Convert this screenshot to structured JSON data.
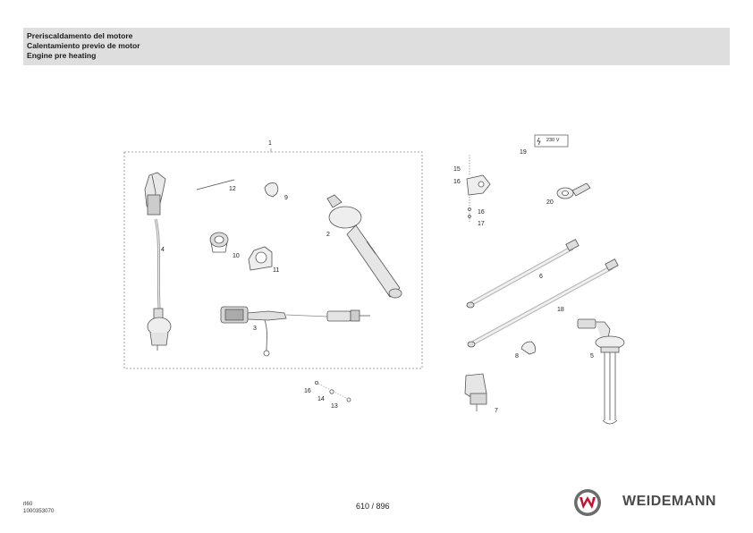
{
  "header": {
    "title_it": "Preriscaldamento del motore",
    "title_es": "Calentamiento previo de motor",
    "title_en": "Engine pre heating"
  },
  "callouts": {
    "c1": "1",
    "c2": "2",
    "c3": "3",
    "c4": "4",
    "c5": "5",
    "c6": "6",
    "c7": "7",
    "c8": "8",
    "c9": "9",
    "c10": "10",
    "c11": "11",
    "c12": "12",
    "c13": "13",
    "c14": "14",
    "c15": "15",
    "c16a": "16",
    "c16b": "16",
    "c16c": "16",
    "c17": "17",
    "c18": "18",
    "c19": "19",
    "c20": "20"
  },
  "voltage_badge": "230 V",
  "footer": {
    "model": "rl60",
    "doc_number": "1000353070",
    "page": "610 / 896",
    "brand": "WEIDEMANN"
  },
  "colors": {
    "header_bg": "#dedede",
    "brand_red": "#c8102e",
    "brand_grey": "#4a4a4a"
  }
}
